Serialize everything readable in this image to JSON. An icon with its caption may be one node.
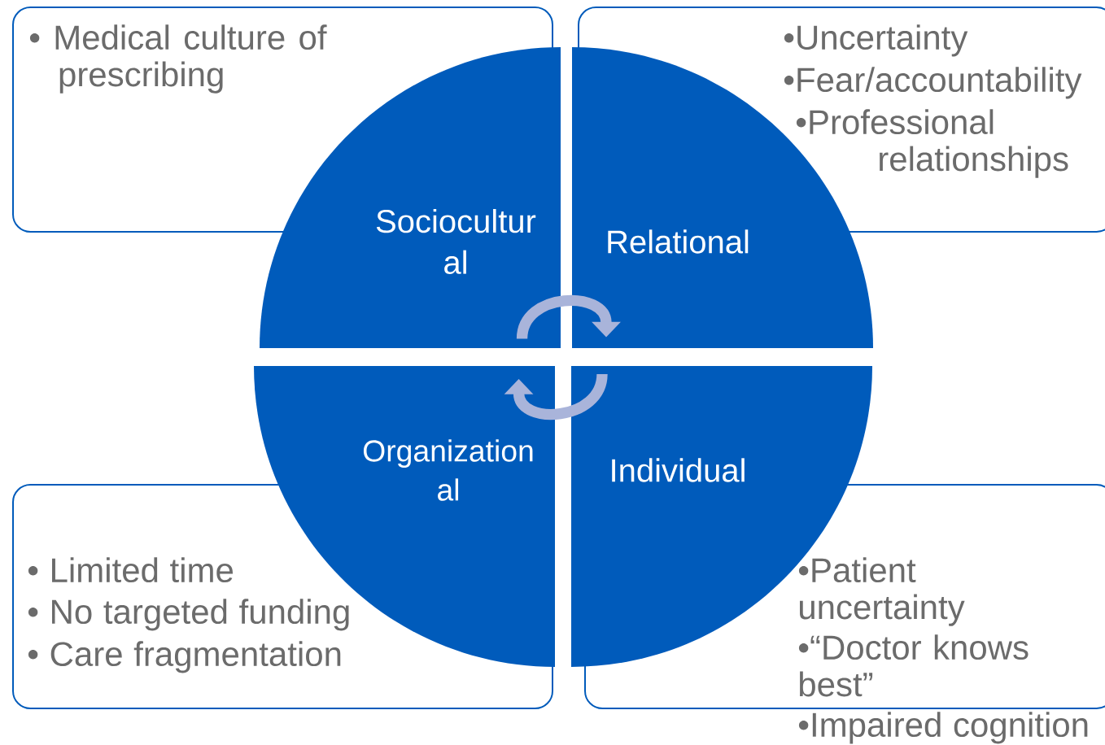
{
  "diagram": {
    "nodes": [
      {
        "text": [
          "• Medical culture of prescribing"
        ]
      },
      {
        "text": [
          "•Uncertainty",
          "•Fear/accountability",
          "•Professional relationships"
        ]
      },
      {
        "text": [
          "• Limited time",
          "• No targeted funding",
          "• Care fragmentation"
        ]
      },
      {
        "text": [
          "•Patient uncertainty",
          "•“Doctor knows best”",
          "•Impaired cognition"
        ]
      },
      {
        "text": [
          "Sociocultur al"
        ]
      },
      {
        "text": [
          "Relational"
        ]
      },
      {
        "text": [
          "Organization al"
        ]
      },
      {
        "text": [
          "Individual"
        ]
      }
    ],
    "edges": [
      {
        "from": 4,
        "to": 5,
        "arrow": "to"
      },
      {
        "from": 7,
        "to": 6,
        "arrow": "to"
      }
    ]
  }
}
